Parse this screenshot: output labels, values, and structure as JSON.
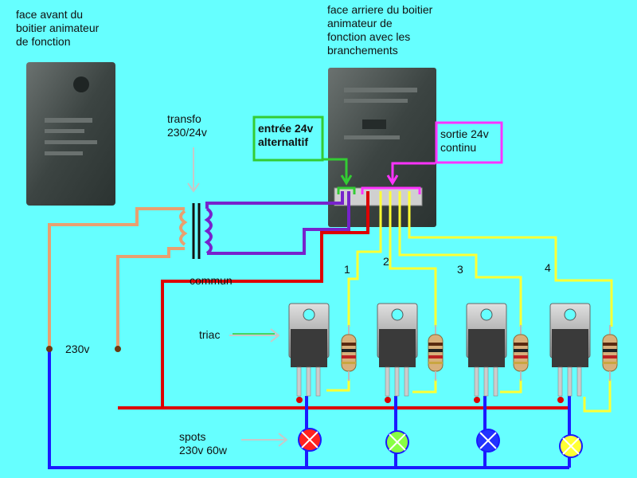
{
  "labels": {
    "front_face": [
      "face avant du",
      "boitier animateur",
      "de fonction"
    ],
    "rear_face": [
      "face arriere du boitier",
      "animateur de",
      "fonction avec les",
      "branchements"
    ],
    "transfo": [
      "transfo",
      "230/24v"
    ],
    "input": [
      "entrée 24v",
      "alternaltif"
    ],
    "output": [
      "sortie 24v",
      "continu"
    ],
    "commun": "commun",
    "triac": "triac",
    "v230": "230v",
    "spots": [
      "spots",
      "230v 60w"
    ],
    "channels": [
      "1",
      "2",
      "3",
      "4"
    ]
  },
  "colors": {
    "background": "#66ffff",
    "input_box": "#33cc33",
    "output_box": "#ff33ff",
    "wire_red": "#dd0000",
    "wire_blue": "#1a1aff",
    "wire_yellow": "#ffff33",
    "wire_purple": "#7722cc",
    "wire_tan": "#e8a070",
    "lamp_1": "#ff2222",
    "lamp_2": "#88ff44",
    "lamp_3": "#2233ff",
    "lamp_4": "#ffff33"
  }
}
